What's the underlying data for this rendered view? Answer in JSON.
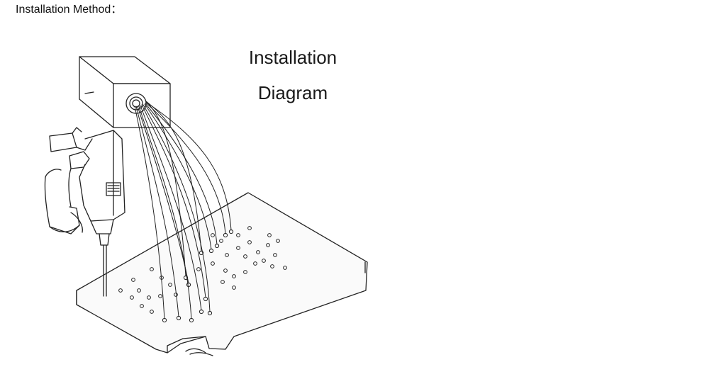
{
  "section": {
    "heading": "Installation Method："
  },
  "diagram": {
    "title_line1": "Installation",
    "title_line2": "Diagram",
    "icon": "installation-diagram"
  }
}
